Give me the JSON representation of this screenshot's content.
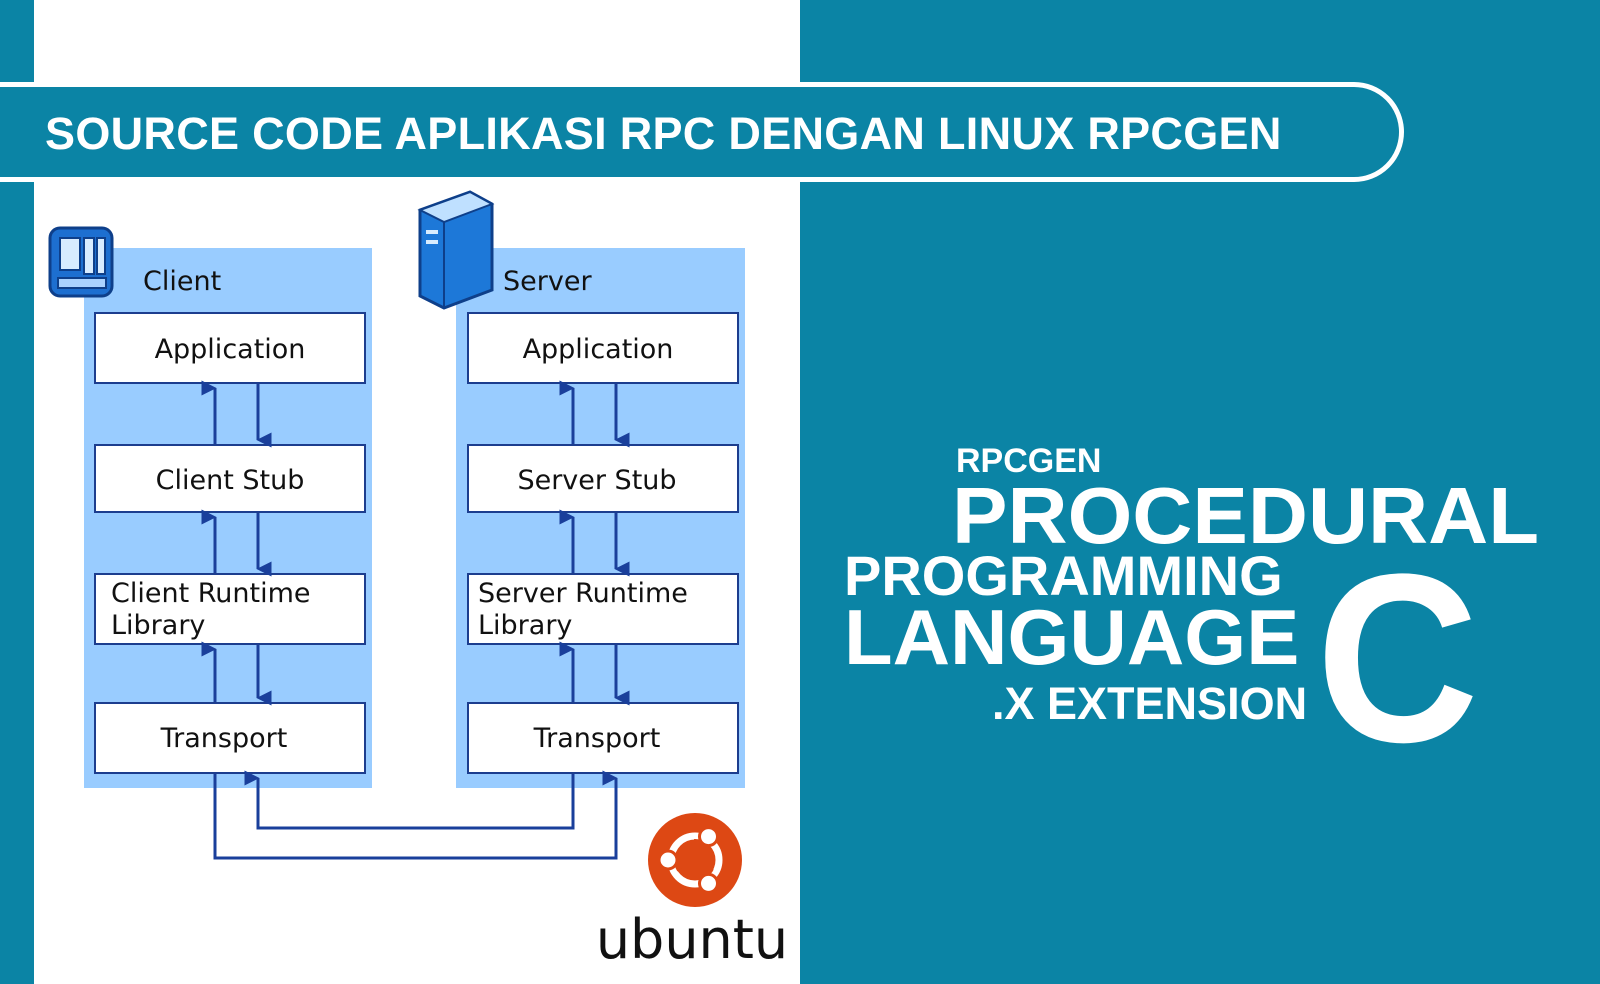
{
  "banner": {
    "title": "SOURCE CODE APLIKASI RPC DENGAN LINUX RPCGEN"
  },
  "diagram": {
    "client": {
      "label": "Client",
      "boxes": [
        {
          "lines": [
            "Application"
          ]
        },
        {
          "lines": [
            "Client Stub"
          ]
        },
        {
          "lines": [
            "Client Runtime",
            "Library"
          ]
        },
        {
          "lines": [
            "Transport"
          ]
        }
      ]
    },
    "server": {
      "label": "Server",
      "boxes": [
        {
          "lines": [
            "Application"
          ]
        },
        {
          "lines": [
            "Server Stub"
          ]
        },
        {
          "lines": [
            "Server Runtime",
            "Library"
          ]
        },
        {
          "lines": [
            "Transport"
          ]
        }
      ]
    }
  },
  "logo": {
    "wordmark": "ubuntu",
    "color": "#dd4814"
  },
  "wordcloud": {
    "rpcgen": "RPCGEN",
    "procedural": "PROCEDURAL",
    "programming": "PROGRAMMING",
    "language": "LANGUAGE",
    "extension": ".X EXTENSION",
    "c": "C"
  },
  "colors": {
    "teal": "#0b84a5",
    "column_fill": "#99ccff",
    "arrow": "#1a3f9b",
    "box_border": "#1c3d8e"
  }
}
